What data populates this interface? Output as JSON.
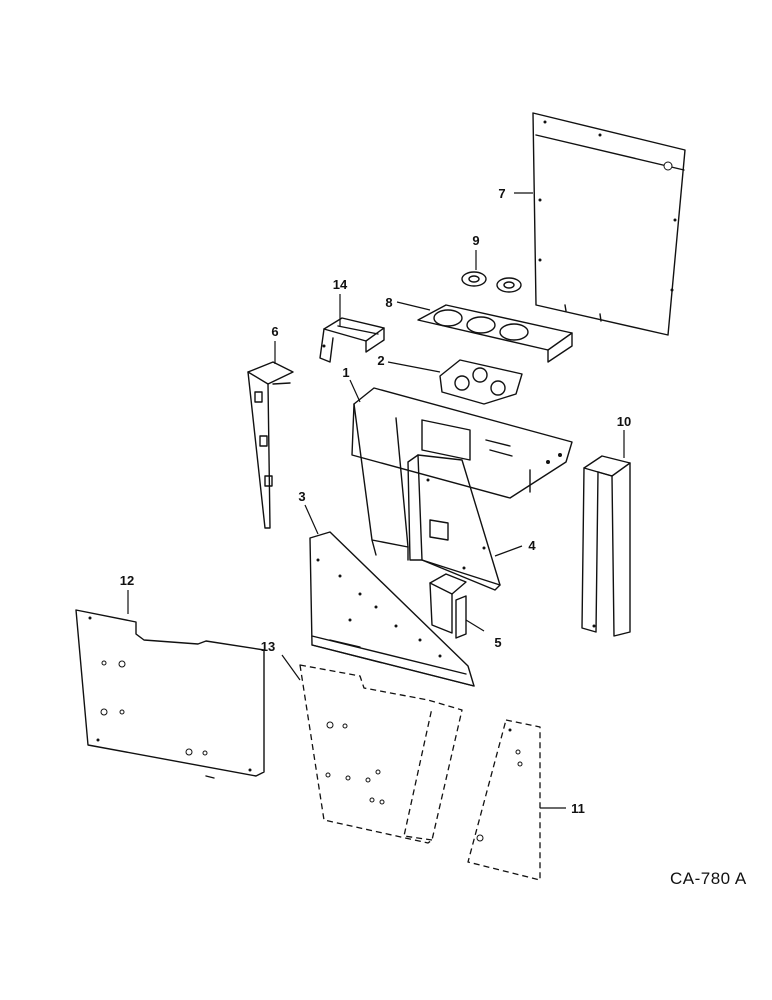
{
  "diagram": {
    "callouts": {
      "p1": "1",
      "p2": "2",
      "p3": "3",
      "p4": "4",
      "p5": "5",
      "p6": "6",
      "p7": "7",
      "p8": "8",
      "p9": "9",
      "p10": "10",
      "p11": "11",
      "p12": "12",
      "p13": "13",
      "p14": "14"
    },
    "drawing_code": "CA-780 A"
  }
}
